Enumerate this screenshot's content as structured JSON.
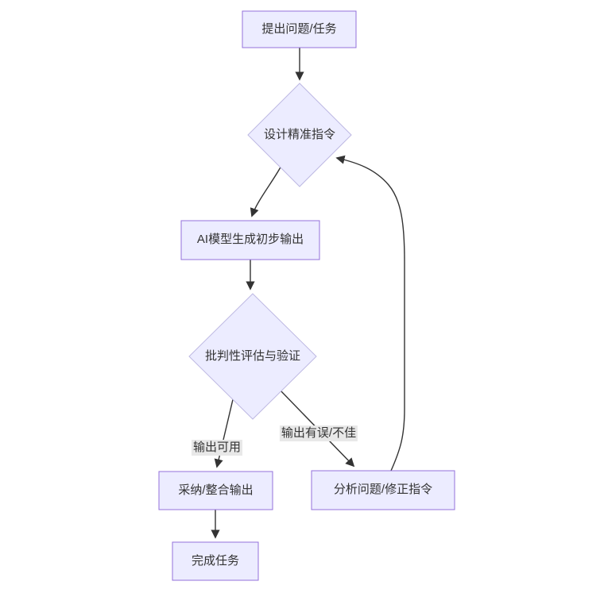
{
  "diagram": {
    "type": "flowchart",
    "direction": "top-down",
    "nodes": [
      {
        "id": "start",
        "shape": "rect",
        "label": "提出问题/任务"
      },
      {
        "id": "design",
        "shape": "diamond",
        "label": "设计精准指令"
      },
      {
        "id": "generate",
        "shape": "rect",
        "label": "AI模型生成初步输出"
      },
      {
        "id": "evaluate",
        "shape": "diamond",
        "label": "批判性评估与验证"
      },
      {
        "id": "adopt",
        "shape": "rect",
        "label": "采纳/整合输出"
      },
      {
        "id": "fix",
        "shape": "rect",
        "label": "分析问题/修正指令"
      },
      {
        "id": "done",
        "shape": "rect",
        "label": "完成任务"
      }
    ],
    "edges": [
      {
        "from": "start",
        "to": "design",
        "label": ""
      },
      {
        "from": "design",
        "to": "generate",
        "label": ""
      },
      {
        "from": "generate",
        "to": "evaluate",
        "label": ""
      },
      {
        "from": "evaluate",
        "to": "adopt",
        "label": "输出可用"
      },
      {
        "from": "evaluate",
        "to": "fix",
        "label": "输出有误/不佳"
      },
      {
        "from": "fix",
        "to": "design",
        "label": ""
      },
      {
        "from": "adopt",
        "to": "done",
        "label": ""
      }
    ]
  },
  "colors": {
    "node_fill": "#ECECFF",
    "rect_border": "#9370DB",
    "diamond_border": "#bdb8e2",
    "edge": "#333333",
    "text": "#333333",
    "edge_label_bg": "#e8e8e8",
    "background": "#ffffff"
  }
}
